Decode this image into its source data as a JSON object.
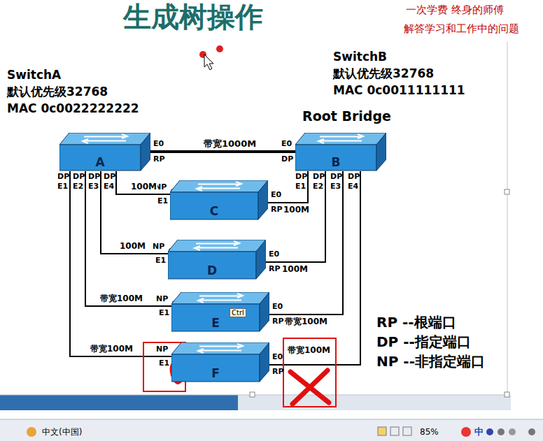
{
  "diagram": {
    "title": "生成树操作",
    "nodes": [
      {
        "text": [
          "A"
        ]
      },
      {
        "text": [
          "B"
        ]
      },
      {
        "text": [
          "C"
        ]
      },
      {
        "text": [
          "D"
        ]
      },
      {
        "text": [
          "E"
        ]
      },
      {
        "text": [
          "F"
        ]
      }
    ],
    "edges": [
      {
        "from": 0,
        "to": 1,
        "arrow": "none",
        "label": "带宽1000M"
      },
      {
        "from": 0,
        "to": 2,
        "arrow": "none",
        "label": "100M"
      },
      {
        "from": 0,
        "to": 3,
        "arrow": "none",
        "label": "100M"
      },
      {
        "from": 0,
        "to": 4,
        "arrow": "none",
        "label": "带宽100M"
      },
      {
        "from": 0,
        "to": 5,
        "arrow": "none",
        "label": "带宽100M"
      },
      {
        "from": 1,
        "to": 2,
        "arrow": "none",
        "label": "100M"
      },
      {
        "from": 1,
        "to": 3,
        "arrow": "none",
        "label": "100M"
      },
      {
        "from": 1,
        "to": 4,
        "arrow": "none",
        "label": "带宽100M"
      },
      {
        "from": 1,
        "to": 5,
        "arrow": "none",
        "label": "带宽100M"
      }
    ],
    "labels": [
      "一次学费 终身的师傅",
      "解答学习和工作中的问题",
      "SwitchA",
      "默认优先级32768",
      "MAC 0c0022222222",
      "SwitchB",
      "默认优先级32768",
      "MAC 0c0011111111",
      "Root Bridge",
      "E0",
      "RP",
      "DP",
      "DP",
      "DP",
      "DP",
      "E1",
      "E2",
      "E3",
      "E4",
      "E0",
      "DP",
      "DP",
      "DP",
      "DP",
      "DP",
      "E1",
      "E2",
      "E3",
      "E4",
      "NP",
      "E1",
      "E0",
      "RP",
      "NP",
      "E1",
      "E0",
      "RP",
      "NP",
      "E1",
      "E0",
      "RP",
      "NP",
      "E1",
      "E0",
      "RP",
      "Ctrl",
      "RP --根端口",
      "DP --指定端口",
      "NP --非指定端口",
      "中文(中国)",
      "85%",
      "中"
    ]
  }
}
